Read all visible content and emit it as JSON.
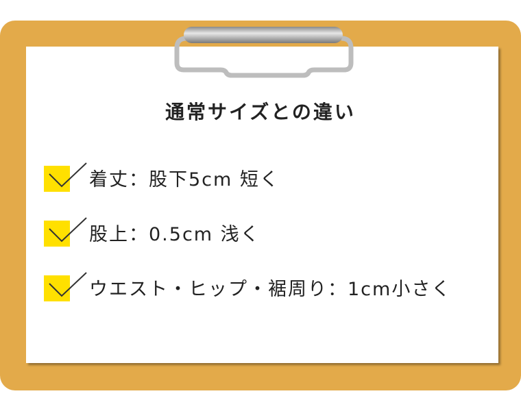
{
  "title": "通常サイズとの違い",
  "items": [
    {
      "label": "着丈：股下5cm 短く",
      "checked": true
    },
    {
      "label": "股上：0.5cm 浅く",
      "checked": true
    },
    {
      "label": "ウエスト・ヒップ・裾周り：1cm小さく",
      "checked": true
    }
  ],
  "colors": {
    "board": "#E3AA4A",
    "checkbox": "#FFE000",
    "paper": "#FFFFFF"
  }
}
